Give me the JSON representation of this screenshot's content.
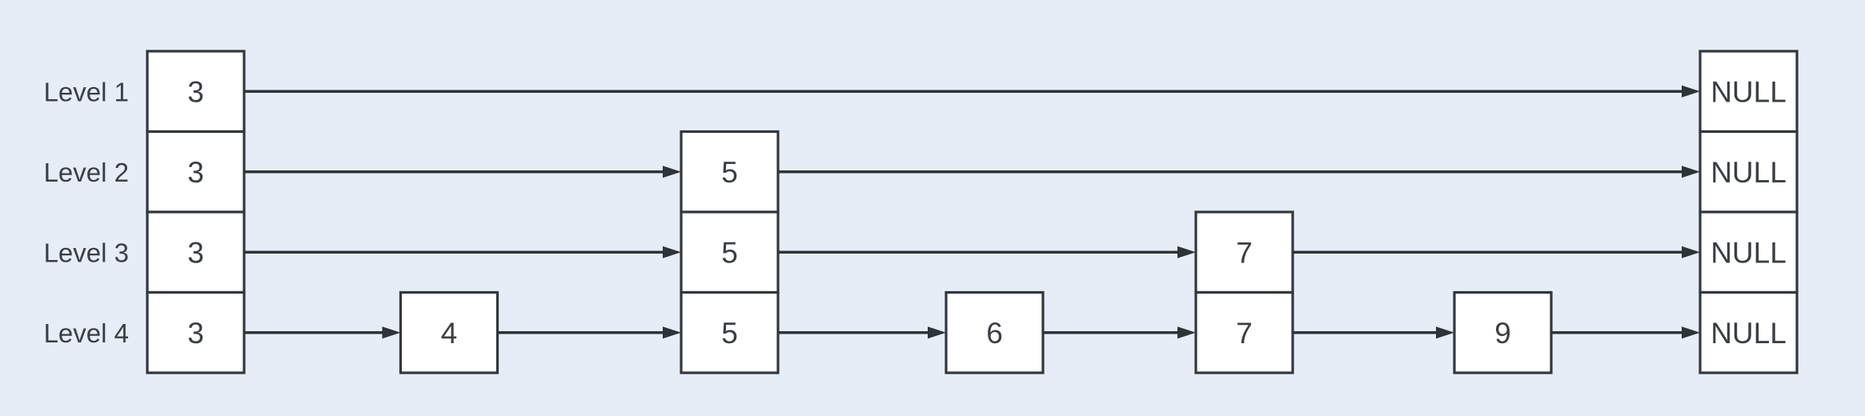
{
  "diagram": {
    "type": "skip-list",
    "colors": {
      "background": "#e7edf7",
      "node_fill": "#ffffff",
      "node_stroke": "#32373d",
      "arrow": "#2e3338",
      "text": "#3a3f45"
    },
    "levels": [
      {
        "label": "Level 1",
        "nodes": [
          "3"
        ],
        "tail": "NULL"
      },
      {
        "label": "Level 2",
        "nodes": [
          "3",
          "5"
        ],
        "tail": "NULL"
      },
      {
        "label": "Level 3",
        "nodes": [
          "3",
          "5",
          "7"
        ],
        "tail": "NULL"
      },
      {
        "label": "Level 4",
        "nodes": [
          "3",
          "4",
          "5",
          "6",
          "7",
          "9"
        ],
        "tail": "NULL"
      }
    ]
  }
}
